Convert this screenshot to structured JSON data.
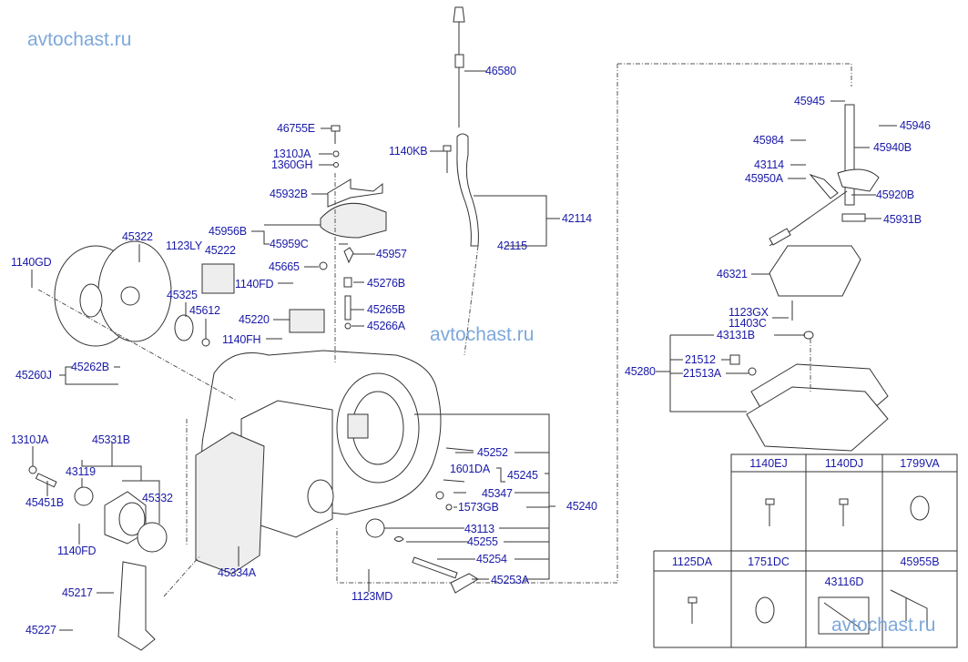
{
  "watermark": "avtochast.ru",
  "labels": {
    "46580": "46580",
    "46755E": "46755E",
    "1310JA_top": "1310JA",
    "1360GH": "1360GH",
    "1140KB": "1140KB",
    "45932B": "45932B",
    "45956B": "45956B",
    "45959C": "45959C",
    "42114": "42114",
    "42115": "42115",
    "45322": "45322",
    "1123LY": "1123LY",
    "45222": "45222",
    "45957": "45957",
    "1140GD": "1140GD",
    "45665": "45665",
    "45276B": "45276B",
    "45325": "45325",
    "1140FD_top": "1140FD",
    "45612": "45612",
    "45265B": "45265B",
    "45220": "45220",
    "45266A": "45266A",
    "1140FH": "1140FH",
    "45262B": "45262B",
    "45260J": "45260J",
    "45945": "45945",
    "45946": "45946",
    "45984": "45984",
    "45940B": "45940B",
    "43114": "43114",
    "45950A": "45950A",
    "45920B": "45920B",
    "45931B": "45931B",
    "46321": "46321",
    "1123GX": "1123GX",
    "11403C": "11403C",
    "43131B": "43131B",
    "45280": "45280",
    "21512": "21512",
    "21513A": "21513A",
    "1310JA_left": "1310JA",
    "45331B": "45331B",
    "43119": "43119",
    "45451B": "45451B",
    "45332": "45332",
    "1140FD_bottom": "1140FD",
    "45334A": "45334A",
    "45217": "45217",
    "45227": "45227",
    "45252": "45252",
    "1601DA": "1601DA",
    "45245": "45245",
    "45347": "45347",
    "1573GB": "1573GB",
    "45240": "45240",
    "43113": "43113",
    "45255": "45255",
    "45254": "45254",
    "45253A": "45253A",
    "1123MD": "1123MD"
  },
  "parts_table": {
    "cells": [
      {
        "code": "1140EJ",
        "icon": "flange-bolt"
      },
      {
        "code": "1140DJ",
        "icon": "flange-bolt"
      },
      {
        "code": "1799VA",
        "icon": "hose-clamp"
      },
      {
        "code": "1125DA",
        "icon": "flange-bolt"
      },
      {
        "code": "1751DC",
        "icon": "o-ring"
      },
      {
        "code": "",
        "sub_code": "43116D",
        "icon": "gasket-strip"
      },
      {
        "code": "45955B",
        "icon": "wiring-harness"
      }
    ]
  }
}
